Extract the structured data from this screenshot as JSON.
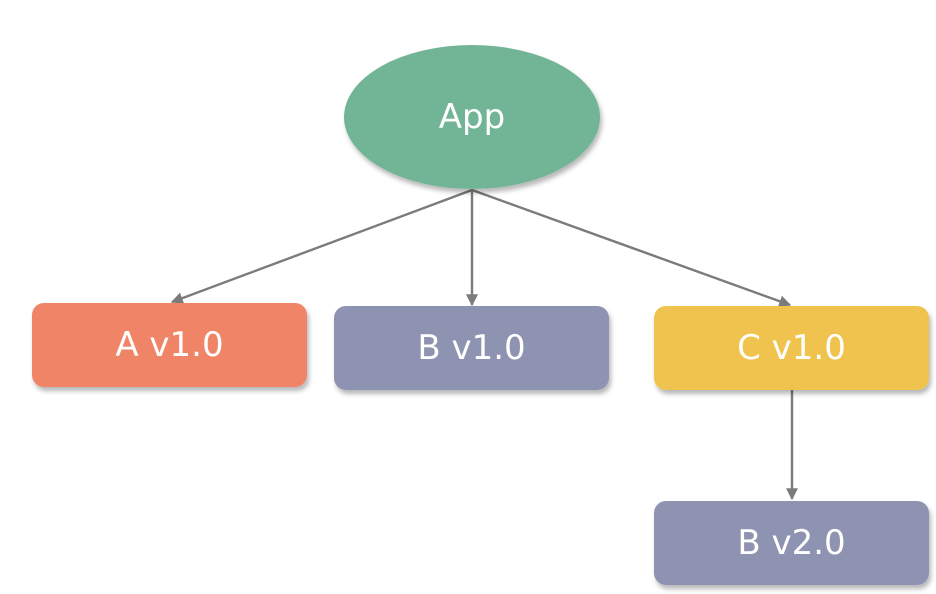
{
  "diagram": {
    "nodes": {
      "app": {
        "label": "App",
        "color": "#72b496"
      },
      "a_v1": {
        "label": "A v1.0",
        "color": "#f08466"
      },
      "b_v1": {
        "label": "B v1.0",
        "color": "#8f93b2"
      },
      "c_v1": {
        "label": "C v1.0",
        "color": "#f0c34f"
      },
      "b_v2": {
        "label": "B v2.0",
        "color": "#8f93b2"
      }
    },
    "edges": [
      {
        "from": "app",
        "to": "a_v1"
      },
      {
        "from": "app",
        "to": "b_v1"
      },
      {
        "from": "app",
        "to": "c_v1"
      },
      {
        "from": "c_v1",
        "to": "b_v2"
      }
    ],
    "edge_color": "#7b7b7b"
  }
}
